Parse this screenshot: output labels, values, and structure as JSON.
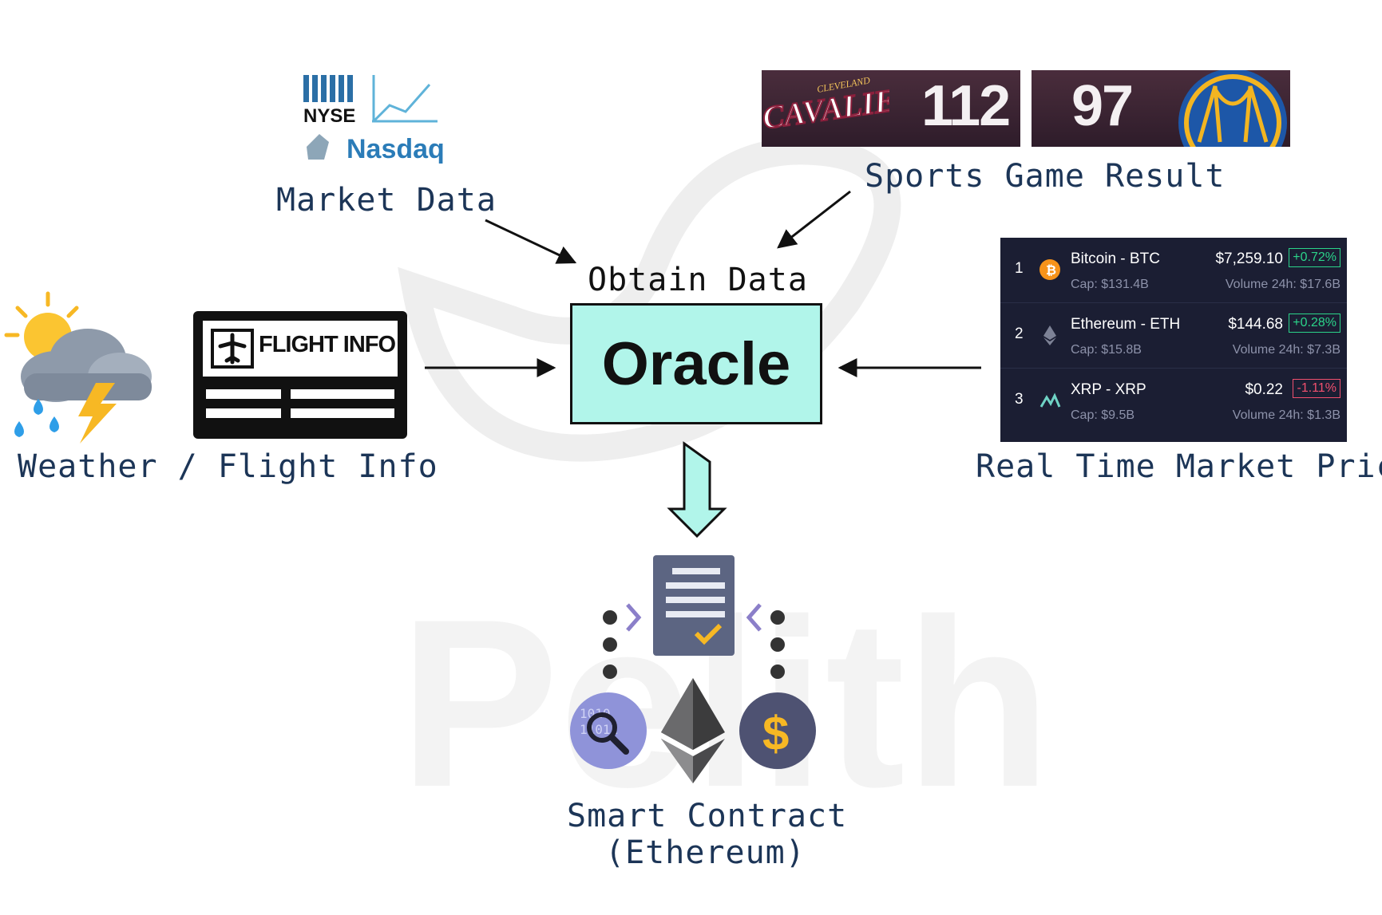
{
  "labels": {
    "market_data": "Market Data",
    "sports_result": "Sports Game Result",
    "obtain_data": "Obtain Data",
    "oracle": "Oracle",
    "weather_flight": "Weather / Flight Info",
    "realtime_price": "Real Time Market Price",
    "smart_contract_line1": "Smart Contract",
    "smart_contract_line2": "(Ethereum)"
  },
  "market_logos": {
    "nyse": "NYSE",
    "nasdaq": "Nasdaq"
  },
  "flight_card": {
    "title": "FLIGHT INFO"
  },
  "sports": {
    "home_team_logo_text": "CAVALIERS",
    "home_team_logo_subtext": "CLEVELAND",
    "home_score": "112",
    "away_score": "97"
  },
  "crypto": [
    {
      "rank": "1",
      "name": "Bitcoin - BTC",
      "cap": "Cap: $131.4B",
      "price": "$7,259.10",
      "change": "+0.72%",
      "direction": "up",
      "volume": "Volume 24h: $17.6B",
      "icon": "bitcoin-icon"
    },
    {
      "rank": "2",
      "name": "Ethereum - ETH",
      "cap": "Cap: $15.8B",
      "price": "$144.68",
      "change": "+0.28%",
      "direction": "up",
      "volume": "Volume 24h: $7.3B",
      "icon": "ethereum-icon"
    },
    {
      "rank": "3",
      "name": "XRP - XRP",
      "cap": "Cap: $9.5B",
      "price": "$0.22",
      "change": "-1.11%",
      "direction": "down",
      "volume": "Volume 24h: $1.3B",
      "icon": "xrp-icon"
    }
  ],
  "watermark": "Pelith",
  "colors": {
    "oracle_fill": "#b1f5ea",
    "label_text": "#1c3557",
    "table_bg": "#1b1e33",
    "up": "#2bd48a",
    "down": "#f0506e"
  }
}
